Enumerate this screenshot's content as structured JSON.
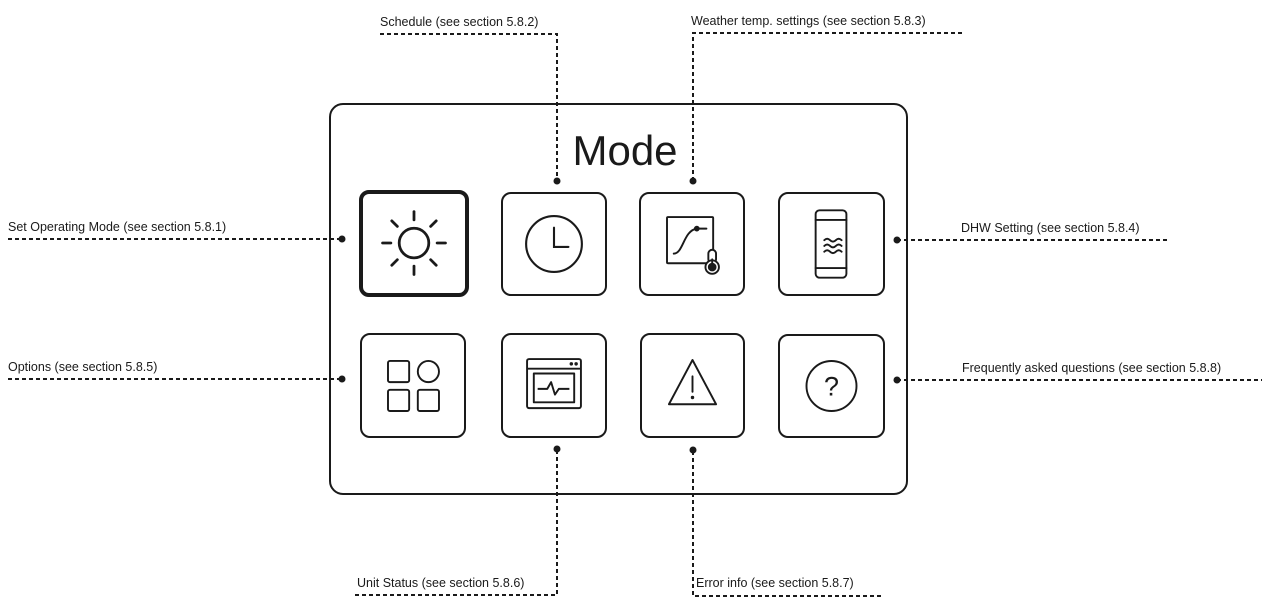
{
  "screen": {
    "title": "Mode"
  },
  "menu_items": [
    {
      "id": "operating-mode",
      "icon": "sun-icon",
      "callout": "Set Operating Mode (see section 5.8.1)",
      "selected": true
    },
    {
      "id": "schedule",
      "icon": "clock-icon",
      "callout": "Schedule (see section 5.8.2)",
      "selected": false
    },
    {
      "id": "weather-temp",
      "icon": "weather-curve-thermometer-icon",
      "callout": "Weather temp. settings (see section 5.8.3)",
      "selected": false
    },
    {
      "id": "dhw-setting",
      "icon": "water-tank-icon",
      "callout": "DHW Setting (see section 5.8.4)",
      "selected": false
    },
    {
      "id": "options",
      "icon": "grid-options-icon",
      "callout": "Options (see section 5.8.5)",
      "selected": false
    },
    {
      "id": "unit-status",
      "icon": "status-monitor-icon",
      "callout": "Unit Status (see section 5.8.6)",
      "selected": false
    },
    {
      "id": "error-info",
      "icon": "warning-triangle-icon",
      "callout": "Error info (see section 5.8.7)",
      "selected": false
    },
    {
      "id": "faq",
      "icon": "question-circle-icon",
      "callout": "Frequently asked questions (see section 5.8.8)",
      "selected": false
    }
  ]
}
